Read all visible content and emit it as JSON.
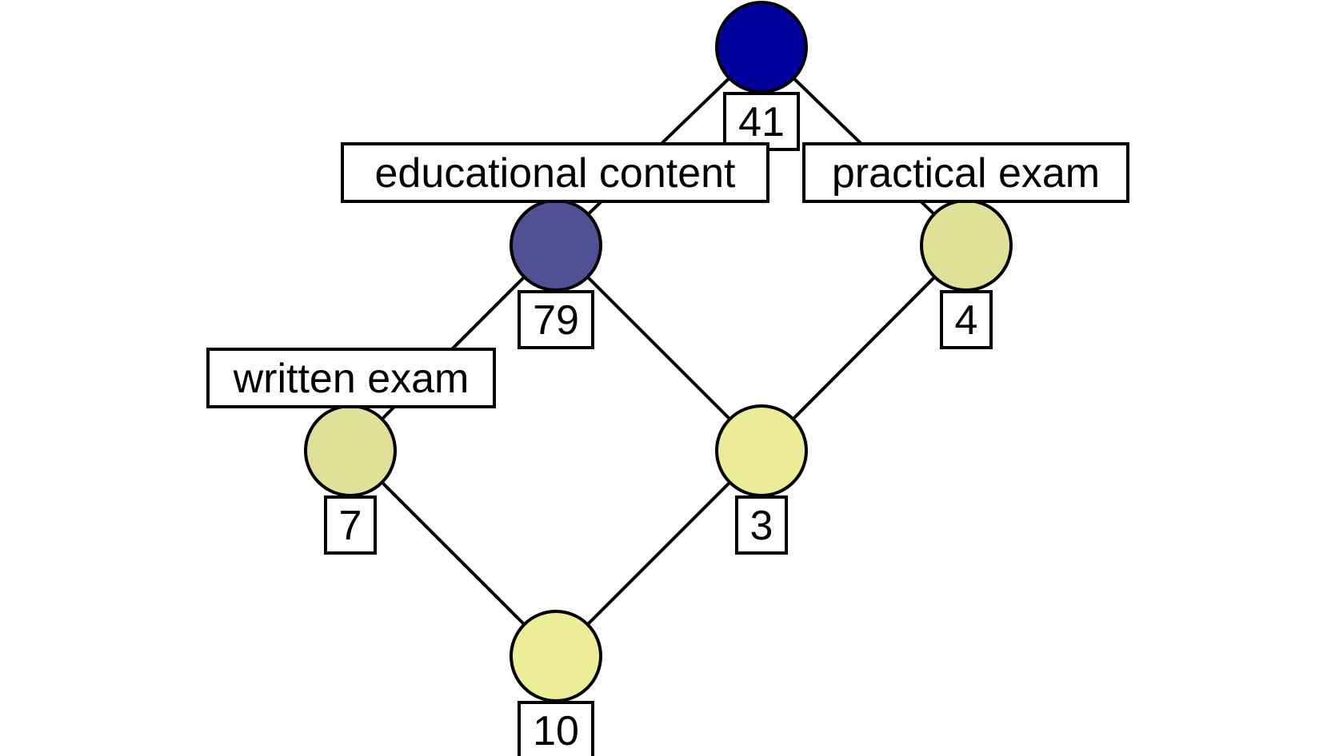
{
  "nodes": [
    {
      "id": "top",
      "count": "41",
      "attribute": "",
      "color": "#00009c"
    },
    {
      "id": "educational",
      "count": "79",
      "attribute": "educational content",
      "color": "#505094"
    },
    {
      "id": "practical",
      "count": "4",
      "attribute": "practical exam",
      "color": "#e0e098"
    },
    {
      "id": "written",
      "count": "7",
      "attribute": "written exam",
      "color": "#e0e098"
    },
    {
      "id": "middle",
      "count": "3",
      "attribute": "",
      "color": "#ebeb98"
    },
    {
      "id": "bottom",
      "count": "10",
      "attribute": "",
      "color": "#eded98"
    }
  ],
  "edges": [
    [
      "top",
      "educational"
    ],
    [
      "top",
      "practical"
    ],
    [
      "educational",
      "written"
    ],
    [
      "educational",
      "middle"
    ],
    [
      "practical",
      "middle"
    ],
    [
      "written",
      "bottom"
    ],
    [
      "middle",
      "bottom"
    ]
  ]
}
